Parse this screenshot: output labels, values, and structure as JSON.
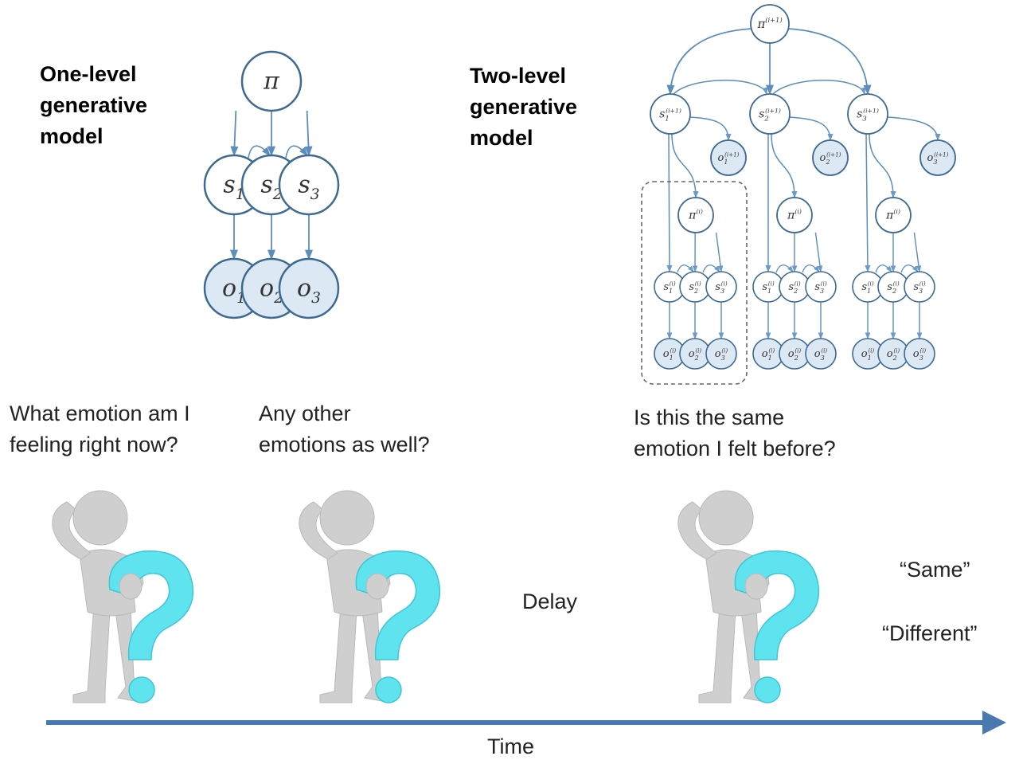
{
  "one_level": {
    "title": "One-level\ngenerative\nmodel",
    "root": "π",
    "states": [
      {
        "base": "s",
        "sub": "1"
      },
      {
        "base": "s",
        "sub": "2"
      },
      {
        "base": "s",
        "sub": "3"
      }
    ],
    "obs": [
      {
        "base": "o",
        "sub": "1"
      },
      {
        "base": "o",
        "sub": "2"
      },
      {
        "base": "o",
        "sub": "3"
      }
    ]
  },
  "two_level": {
    "title": "Two-level\ngenerative\nmodel",
    "top_root": {
      "base": "π",
      "sup": "(i+1)"
    },
    "top_states": [
      {
        "base": "s",
        "sub": "1",
        "sup": "(i+1)"
      },
      {
        "base": "s",
        "sub": "2",
        "sup": "(i+1)"
      },
      {
        "base": "s",
        "sub": "3",
        "sup": "(i+1)"
      }
    ],
    "top_obs": [
      {
        "base": "o",
        "sub": "1",
        "sup": "(i+1)"
      },
      {
        "base": "o",
        "sub": "2",
        "sup": "(i+1)"
      },
      {
        "base": "o",
        "sub": "3",
        "sup": "(i+1)"
      }
    ],
    "lower_root": {
      "base": "π",
      "sup": "(i)"
    },
    "lower_states": [
      {
        "base": "s",
        "sub": "1",
        "sup": "(i)"
      },
      {
        "base": "s",
        "sub": "2",
        "sup": "(i)"
      },
      {
        "base": "s",
        "sub": "3",
        "sup": "(i)"
      }
    ],
    "lower_obs": [
      {
        "base": "o",
        "sub": "1",
        "sup": "(i)"
      },
      {
        "base": "o",
        "sub": "2",
        "sup": "(i)"
      },
      {
        "base": "o",
        "sub": "3",
        "sup": "(i)"
      }
    ]
  },
  "questions": {
    "q1": "What emotion am I\nfeeling right now?",
    "q2": "Any other\nemotions as well?",
    "q3": "Is this the same\nemotion I felt before?"
  },
  "delay": "Delay",
  "responses": {
    "same": "“Same”",
    "different": "“Different”"
  },
  "axis_label": "Time",
  "colors": {
    "node_stroke": "#3d6a93",
    "arrow": "#5b8dbd",
    "obs_fill": "#dde8f5",
    "time_arrow": "#4a78b0",
    "question_mark": "#5fe3ef",
    "figure": "#cfcfcf"
  }
}
